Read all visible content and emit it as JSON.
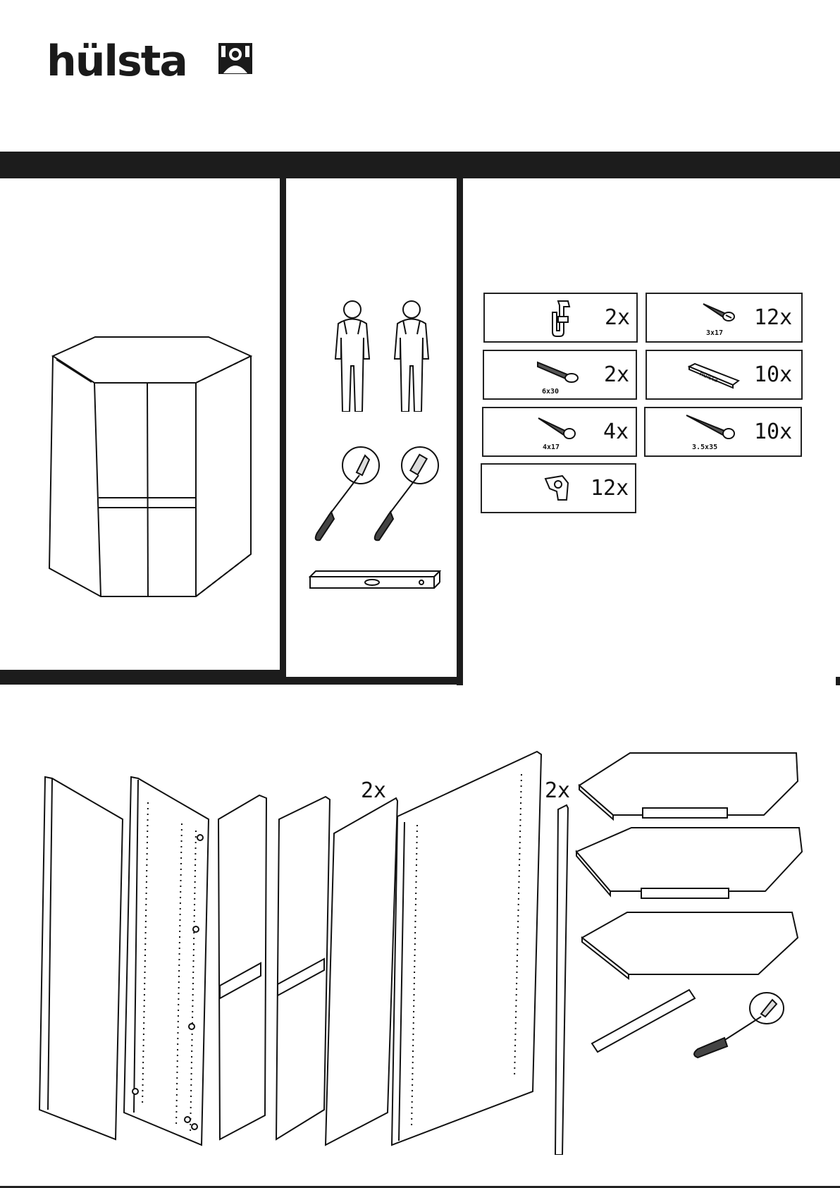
{
  "brand": {
    "name": "hülsta"
  },
  "hardware": [
    {
      "qty": "2x"
    },
    {
      "qty": "12x",
      "size": "3x17"
    },
    {
      "qty": "2x",
      "size": "6x30"
    },
    {
      "qty": "10x"
    },
    {
      "qty": "4x",
      "size": "4x17"
    },
    {
      "qty": "10x",
      "size": "3.5x35"
    },
    {
      "qty": "12x"
    }
  ],
  "parts_multipliers": [
    "2x",
    "2x"
  ],
  "icons": [
    "wardrobe-overview",
    "two-persons",
    "screwdrivers",
    "spirit-level",
    "panels",
    "shelves",
    "rod",
    "screwdriver"
  ]
}
